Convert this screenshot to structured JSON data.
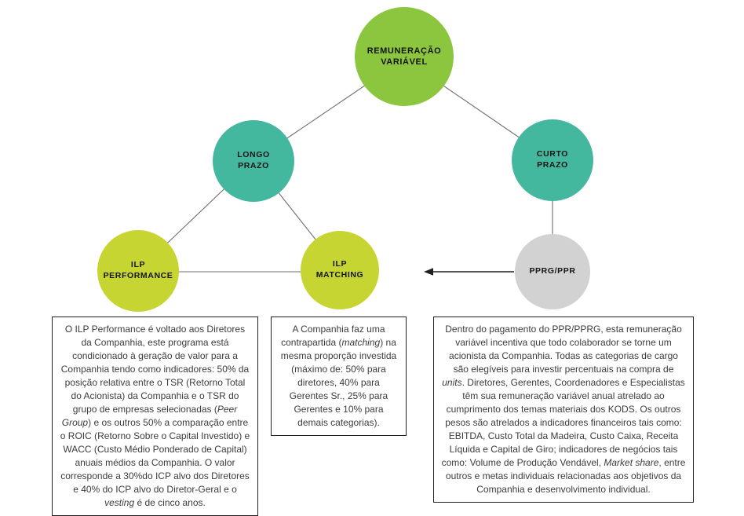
{
  "diagram": {
    "nodes": {
      "root": {
        "line1": "REMUNERAÇÃO",
        "line2": "VARIÁVEL",
        "color": "#8cc63e"
      },
      "longo": {
        "line1": "LONGO",
        "line2": "PRAZO",
        "color": "#44b79f"
      },
      "curto": {
        "line1": "CURTO",
        "line2": "PRAZO",
        "color": "#44b79f"
      },
      "perf": {
        "line1": "ILP",
        "line2": "PERFORMANCE",
        "color": "#c6d531"
      },
      "match": {
        "line1": "ILP",
        "line2": "MATCHING",
        "color": "#c6d531"
      },
      "pprg": {
        "line1": "PPRG/PPR",
        "line2": "",
        "color": "#d2d2d3"
      }
    },
    "line_color": "#6d6e71",
    "arrow_color": "#231f20"
  },
  "boxes": {
    "performance": {
      "segments": [
        {
          "text": "O ILP Performance é voltado aos Diretores da Companhia, este programa está condicionado à geração de valor para a Companhia tendo como indicadores: 50% da posição relativa entre o TSR (Retorno Total do Acionista) da Companhia e o TSR do grupo de empresas selecionadas ("
        },
        {
          "text": "Peer Group",
          "italic": true
        },
        {
          "text": ") e os outros 50% a comparação entre o ROIC (Retorno Sobre o Capital Investido) e WACC (Custo Médio Ponderado de Capital) anuais médios da Companhia. O valor corresponde a 30%do ICP alvo dos Diretores e 40% do ICP alvo do Diretor-Geral e o "
        },
        {
          "text": "vesting",
          "italic": true
        },
        {
          "text": " é de cinco anos."
        }
      ]
    },
    "matching": {
      "segments": [
        {
          "text": "A Companhia faz uma contrapartida ("
        },
        {
          "text": "matching",
          "italic": true
        },
        {
          "text": ") na mesma proporção investida (máximo de: 50% para diretores, 40% para Gerentes Sr., 25% para Gerentes e 10% para demais categorias)."
        }
      ]
    },
    "pprg": {
      "segments": [
        {
          "text": "Dentro do pagamento do PPR/PPRG, esta remuneração variável incentiva que todo colaborador se torne um acionista da Companhia. Todas as categorias de cargo são elegíveis para investir percentuais na compra de "
        },
        {
          "text": "units",
          "italic": true
        },
        {
          "text": ". Diretores, Gerentes, Coordenadores e Especialistas têm sua remuneração variável anual atrelado ao cumprimento dos temas materiais dos KODS. Os outros pesos são atrelados a indicadores financeiros tais como: EBITDA, Custo Total da Madeira, Custo Caixa, Receita Líquida e Capital de Giro; indicadores de negócios tais como: Volume de Produção Vendável, "
        },
        {
          "text": "Market share",
          "italic": true
        },
        {
          "text": ", entre outros e metas individuais relacionadas aos objetivos da Companhia e desenvolvimento individual."
        }
      ]
    }
  }
}
